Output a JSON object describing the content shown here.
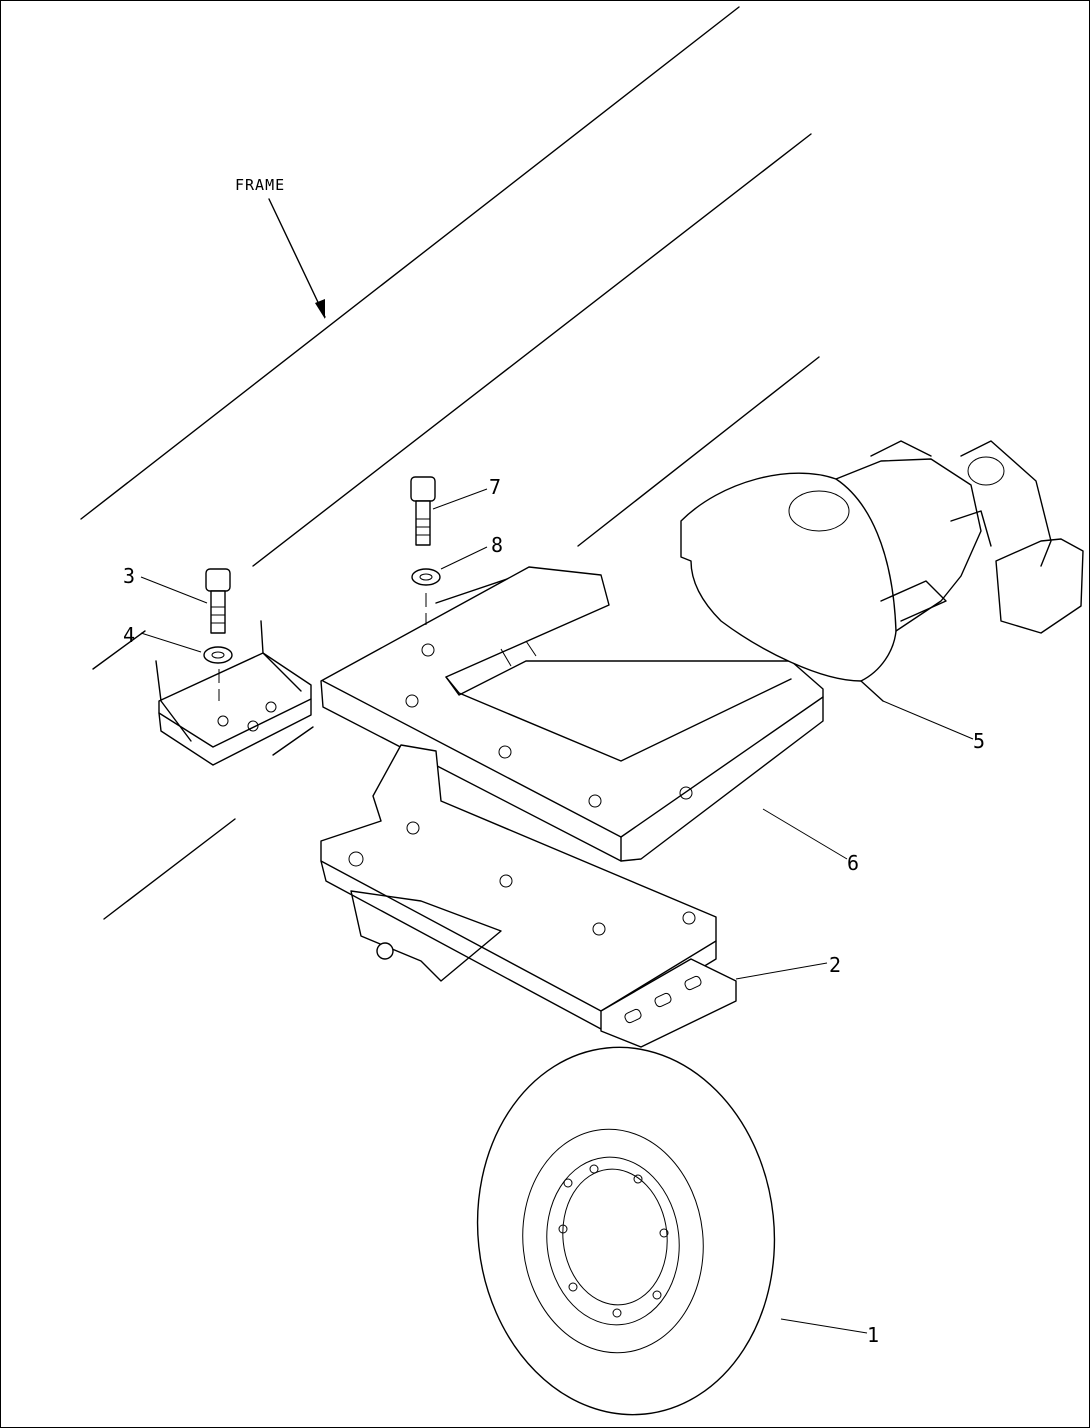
{
  "labels": {
    "frame": "FRAME",
    "callouts": [
      {
        "id": "1",
        "text": "1"
      },
      {
        "id": "2",
        "text": "2"
      },
      {
        "id": "3",
        "text": "3"
      },
      {
        "id": "4",
        "text": "4"
      },
      {
        "id": "5",
        "text": "5"
      },
      {
        "id": "6",
        "text": "6"
      },
      {
        "id": "7",
        "text": "7"
      },
      {
        "id": "8",
        "text": "8"
      }
    ]
  }
}
